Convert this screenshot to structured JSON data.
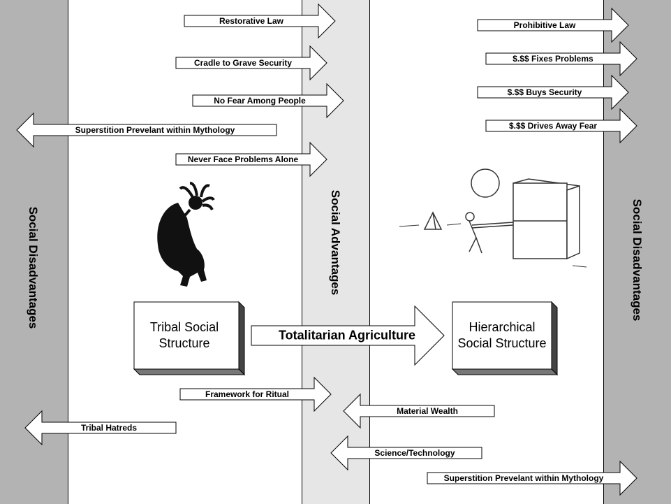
{
  "columns": {
    "left_label": "Social Disadvantages",
    "middle_label": "Social Advantages",
    "right_label": "Social Disadvantages"
  },
  "boxes": {
    "tribal": "Tribal Social Structure",
    "hierarchical": "Hierarchical Social Structure"
  },
  "main_arrow": "Totalitarian Agriculture",
  "tribal_arrows": [
    {
      "label": "Restorative Law",
      "direction": "right"
    },
    {
      "label": "Cradle to Grave Security",
      "direction": "right"
    },
    {
      "label": "No Fear Among People",
      "direction": "right"
    },
    {
      "label": "Superstition Prevelant within Mythology",
      "direction": "left"
    },
    {
      "label": "Never Face Problems Alone",
      "direction": "right"
    },
    {
      "label": "Framework for Ritual",
      "direction": "right"
    },
    {
      "label": "Tribal Hatreds",
      "direction": "left"
    }
  ],
  "hierarchical_arrows": [
    {
      "label": "Prohibitive Law",
      "direction": "right"
    },
    {
      "label": "$.$$ Fixes Problems",
      "direction": "right"
    },
    {
      "label": "$.$$ Buys Security",
      "direction": "right"
    },
    {
      "label": "$.$$ Drives Away Fear",
      "direction": "right"
    },
    {
      "label": "Material Wealth",
      "direction": "left"
    },
    {
      "label": "Science/Technology",
      "direction": "left"
    },
    {
      "label": "Superstition Prevelant within Mythology",
      "direction": "right"
    }
  ],
  "illustrations": {
    "left": "kokopelli-figure-icon",
    "right": "person-pulling-cube-icon"
  },
  "colors": {
    "disadvantage_band": "#b3b3b3",
    "advantage_band": "#e6e6e6"
  }
}
